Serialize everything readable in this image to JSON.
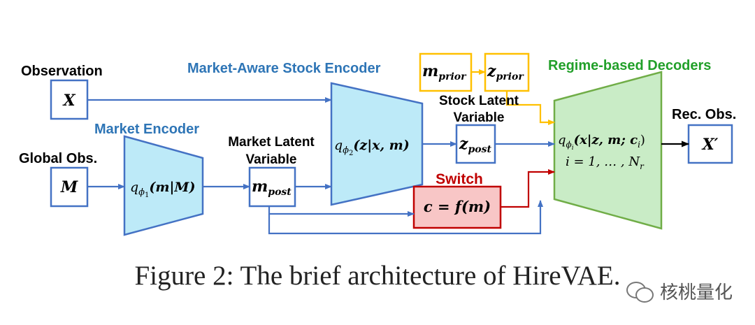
{
  "labels": {
    "observation": "Observation",
    "global_obs": "Global Obs.",
    "market_encoder": "Market Encoder",
    "market_aware_stock_encoder": "Market-Aware Stock Encoder",
    "market_latent_line1": "Market Latent",
    "market_latent_line2": "Variable",
    "stock_latent_line1": "Stock Latent",
    "stock_latent_line2": "Variable",
    "switch": "Switch",
    "regime_decoders": "Regime-based Decoders",
    "rec_obs": "Rec. Obs."
  },
  "nodes": {
    "x": "X",
    "m_global": "M",
    "m_post": {
      "base": "m",
      "sub": "post"
    },
    "z_post": {
      "base": "z",
      "sub": "post"
    },
    "m_prior": {
      "base": "m",
      "sub": "prior"
    },
    "z_prior": {
      "base": "z",
      "sub": "prior"
    },
    "x_prime": "X′",
    "market_encoder_formula": {
      "q": "q",
      "sub": "ϕ",
      "subsub": "1",
      "args": "(m|M)"
    },
    "stock_encoder_formula": {
      "q": "q",
      "sub": "ϕ",
      "subsub": "2",
      "args": "(z|x, m)"
    },
    "switch_formula": "c = f(m)",
    "decoder_formula": {
      "q": "q",
      "sub": "ϕ",
      "subsub": "i",
      "args": "(x|z, m; c",
      "ci_sub": "i",
      "close": ")"
    },
    "decoder_index": {
      "text": "i = 1, … , N",
      "sub": "r"
    }
  },
  "caption": "Figure 2: The brief architecture of HireVAE.",
  "watermark": "核桃量化",
  "colors": {
    "blue_stroke": "#4472c4",
    "blue_fill": "#bdeaf8",
    "blue_text": "#2e75b6",
    "yellow": "#ffc000",
    "green_stroke": "#70ad47",
    "green_fill": "#c9ecc6",
    "green_text": "#22a02a",
    "red_stroke": "#c00000",
    "red_fill": "#f8c6c6",
    "red_text": "#c00000"
  }
}
